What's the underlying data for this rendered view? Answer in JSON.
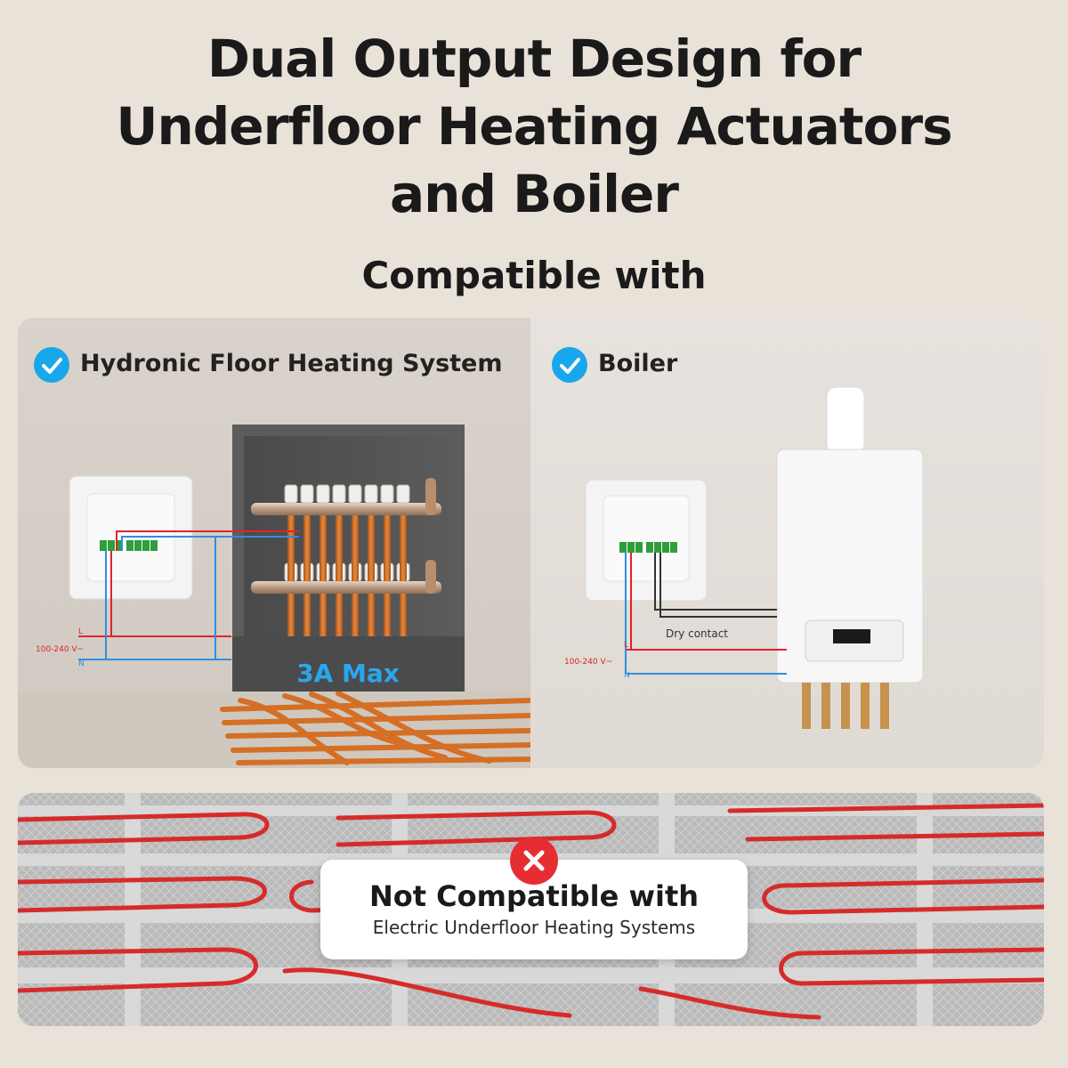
{
  "header": {
    "title_lines": [
      "Dual Output Design for",
      "Underfloor Heating Actuators",
      "and Boiler"
    ],
    "subtitle": "Compatible with"
  },
  "compatible": [
    {
      "title": "Hydronic Floor Heating System",
      "icon": "check-icon",
      "wiring": {
        "L": "L",
        "N": "N",
        "voltage": "100-240 V~"
      },
      "max_current": "3A Max"
    },
    {
      "title": "Boiler",
      "icon": "check-icon",
      "wiring": {
        "L": "L",
        "N": "N",
        "voltage": "100-240 V~"
      },
      "dry_contact": "Dry contact"
    }
  ],
  "not_compatible": {
    "icon": "x-icon",
    "title": "Not Compatible with",
    "subtitle": "Electric Underfloor Heating Systems"
  },
  "colors": {
    "background": "#e9e2d9",
    "check": "#18a7ea",
    "cross": "#e62e32",
    "live_wire": "#e0232b",
    "neutral_wire": "#2f8fe0",
    "max_label": "#2aa6ee",
    "copper": "#d9752a"
  }
}
